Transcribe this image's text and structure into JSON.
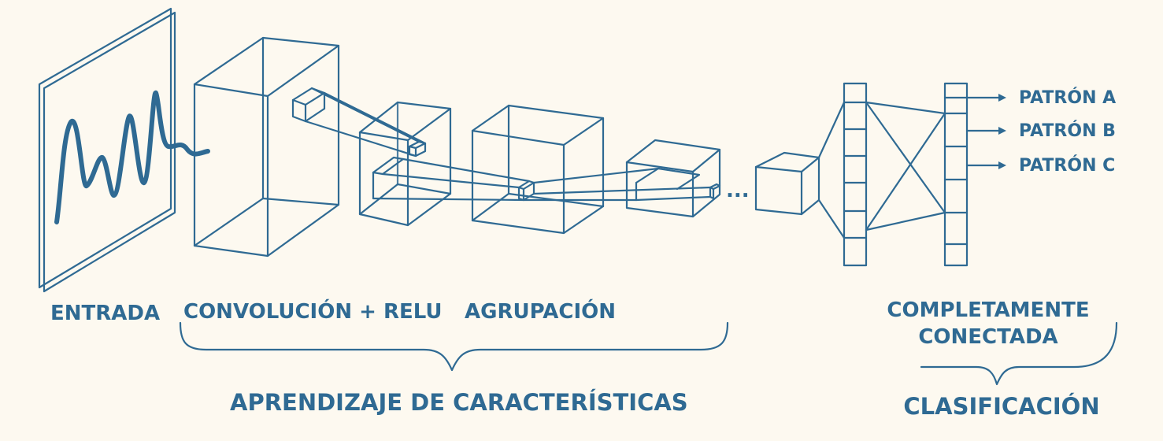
{
  "labels": {
    "input": "ENTRADA",
    "conv": "CONVOLUCIÓN + RELU",
    "pool": "AGRUPACIÓN",
    "fc_line1": "COMPLETAMENTE",
    "fc_line2": "CONECTADA",
    "feature_learning": "APRENDIZAJE DE CARACTERÍSTICAS",
    "classification": "CLASIFICACIÓN",
    "ellipsis": "..."
  },
  "outputs": [
    "PATRÓN A",
    "PATRÓN B",
    "PATRÓN C"
  ],
  "colors": {
    "line": "#2f6a93",
    "background": "#fdf9f0"
  }
}
